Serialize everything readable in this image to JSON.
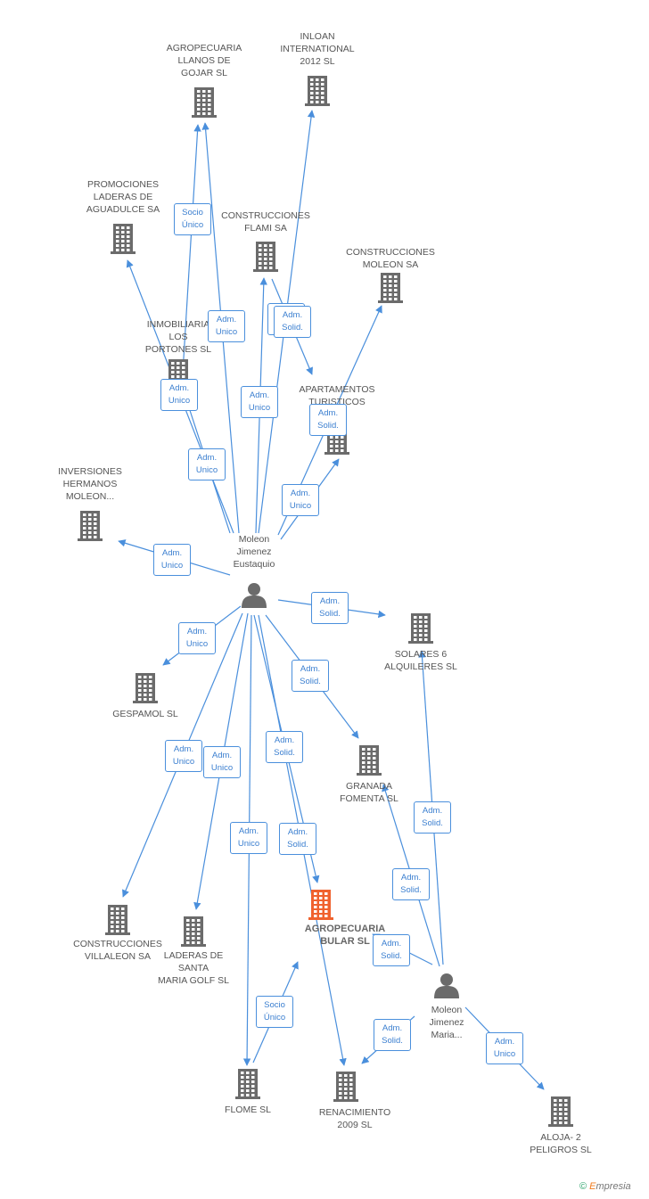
{
  "nodes": [
    {
      "id": "agro_llanos",
      "kind": "company",
      "label": [
        "AGROPECUARIA",
        "LLANOS DE",
        "GOJAR SL"
      ]
    },
    {
      "id": "inloan",
      "kind": "company",
      "label": [
        "INLOAN",
        "INTERNATIONAL",
        "2012 SL"
      ]
    },
    {
      "id": "promociones",
      "kind": "company",
      "label": [
        "PROMOCIONES",
        "LADERAS DE",
        "AGUADULCE SA"
      ]
    },
    {
      "id": "flami",
      "kind": "company",
      "label": [
        "CONSTRUCCIONES",
        "FLAMI SA"
      ]
    },
    {
      "id": "moleon_sa",
      "kind": "company",
      "label": [
        "CONSTRUCCIONES",
        "MOLEON SA"
      ]
    },
    {
      "id": "portones",
      "kind": "company",
      "label": [
        "INMOBILIARIA",
        "LOS",
        "PORTONES SL"
      ]
    },
    {
      "id": "apartamentos",
      "kind": "company",
      "label": [
        "APARTAMENTOS",
        "TURISTICOS",
        "SL"
      ]
    },
    {
      "id": "inversiones",
      "kind": "company",
      "label": [
        "INVERSIONES",
        "HERMANOS",
        "MOLEON..."
      ]
    },
    {
      "id": "person_eustaquio",
      "kind": "person",
      "label": [
        "Moleon",
        "Jimenez",
        "Eustaquio"
      ]
    },
    {
      "id": "solares",
      "kind": "company",
      "label": [
        "SOLARES 6",
        "ALQUILERES SL"
      ]
    },
    {
      "id": "gespamol",
      "kind": "company",
      "label": [
        "GESPAMOL SL"
      ]
    },
    {
      "id": "granada",
      "kind": "company",
      "label": [
        "GRANADA",
        "FOMENTA SL"
      ]
    },
    {
      "id": "villaleon",
      "kind": "company",
      "label": [
        "CONSTRUCCIONES",
        "VILLALEON SA"
      ]
    },
    {
      "id": "laderas_golf",
      "kind": "company",
      "label": [
        "LADERAS DE",
        "SANTA",
        "MARIA GOLF SL"
      ]
    },
    {
      "id": "bular",
      "kind": "focus",
      "label": [
        "AGROPECUARIA",
        "BULAR SL"
      ]
    },
    {
      "id": "person_maria",
      "kind": "person",
      "label": [
        "Moleon",
        "Jimenez",
        "Maria..."
      ]
    },
    {
      "id": "flome",
      "kind": "company",
      "label": [
        "FLOME SL"
      ]
    },
    {
      "id": "renacimiento",
      "kind": "company",
      "label": [
        "RENACIMIENTO",
        "2009 SL"
      ]
    },
    {
      "id": "aloja",
      "kind": "company",
      "label": [
        "ALOJA- 2",
        "PELIGROS SL"
      ]
    }
  ],
  "edges": [
    {
      "from": "person_eustaquio",
      "to": "agro_llanos",
      "label": [
        "Adm.",
        "Unico"
      ]
    },
    {
      "from": "portones",
      "to": "agro_llanos",
      "label": [
        "Socio",
        "Único"
      ]
    },
    {
      "from": "person_eustaquio",
      "to": "inloan",
      "label": [
        "Adm.",
        "Solid."
      ]
    },
    {
      "from": "person_eustaquio",
      "to": "promociones",
      "label": [
        "Adm.",
        "Unico"
      ]
    },
    {
      "from": "person_eustaquio",
      "to": "flami",
      "label": [
        "Adm.",
        "Unico"
      ]
    },
    {
      "from": "flami",
      "to": "apartamentos",
      "label": [
        "Adm.",
        "Solid."
      ]
    },
    {
      "from": "person_eustaquio",
      "to": "moleon_sa",
      "label": [
        "Adm.",
        "Solid."
      ]
    },
    {
      "from": "person_eustaquio",
      "to": "portones",
      "label": [
        "Adm.",
        "Unico"
      ]
    },
    {
      "from": "person_eustaquio",
      "to": "apartamentos",
      "label": [
        "Adm.",
        "Unico"
      ]
    },
    {
      "from": "person_eustaquio",
      "to": "inversiones",
      "label": [
        "Adm.",
        "Unico"
      ]
    },
    {
      "from": "person_eustaquio",
      "to": "solares",
      "label": [
        "Adm.",
        "Solid."
      ]
    },
    {
      "from": "person_eustaquio",
      "to": "gespamol",
      "label": [
        "Adm.",
        "Unico"
      ]
    },
    {
      "from": "person_eustaquio",
      "to": "granada",
      "label": [
        "Adm.",
        "Solid."
      ]
    },
    {
      "from": "person_eustaquio",
      "to": "villaleon",
      "label": [
        "Adm.",
        "Unico"
      ]
    },
    {
      "from": "person_eustaquio",
      "to": "laderas_golf",
      "label": [
        "Adm.",
        "Unico"
      ]
    },
    {
      "from": "person_eustaquio",
      "to": "bular",
      "label": [
        "Adm.",
        "Solid."
      ]
    },
    {
      "from": "person_eustaquio",
      "to": "flome",
      "label": [
        "Adm.",
        "Unico"
      ]
    },
    {
      "from": "person_eustaquio",
      "to": "renacimiento",
      "label": [
        "Adm.",
        "Solid."
      ]
    },
    {
      "from": "flome",
      "to": "bular",
      "label": [
        "Socio",
        "Único"
      ]
    },
    {
      "from": "person_maria",
      "to": "solares",
      "label": [
        "Adm.",
        "Solid."
      ]
    },
    {
      "from": "person_maria",
      "to": "granada",
      "label": [
        "Adm.",
        "Solid."
      ]
    },
    {
      "from": "person_maria",
      "to": "bular",
      "label": [
        "Adm.",
        "Solid."
      ]
    },
    {
      "from": "person_maria",
      "to": "renacimiento",
      "label": [
        "Adm.",
        "Solid."
      ]
    },
    {
      "from": "person_maria",
      "to": "aloja",
      "label": [
        "Adm.",
        "Unico"
      ]
    }
  ],
  "colors": {
    "edge": "#4a8fdc",
    "company_icon": "#6b6b6b",
    "focus_icon": "#f0622e",
    "person_icon": "#6b6b6b"
  },
  "footer": {
    "copyright": "©",
    "brand_initial": "E",
    "brand_rest": "mpresia"
  }
}
